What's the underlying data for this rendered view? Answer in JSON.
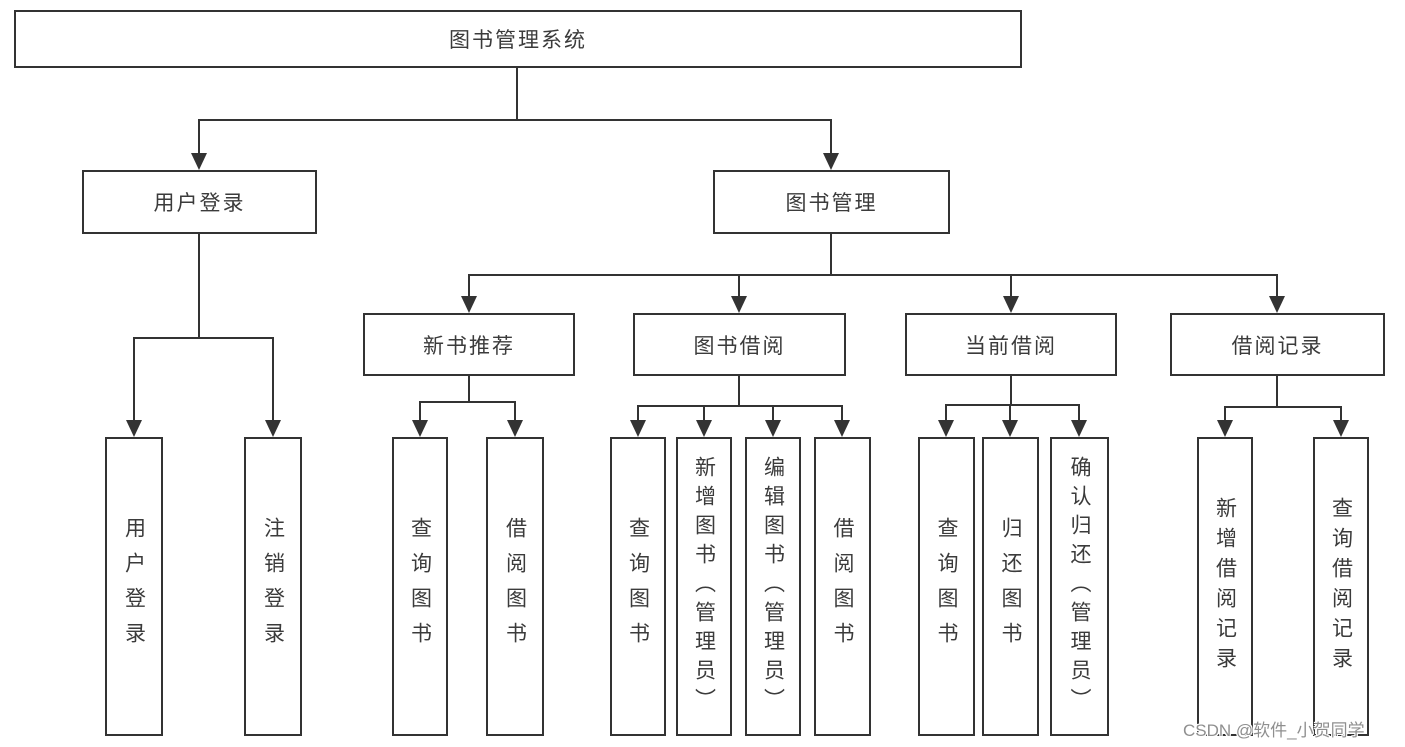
{
  "diagram": {
    "root": "图书管理系统",
    "level2": {
      "user_login": "用户登录",
      "book_mgmt": "图书管理"
    },
    "level3": {
      "new_books": "新书推荐",
      "book_borrow": "图书借阅",
      "current_borrow": "当前借阅",
      "borrow_records": "借阅记录"
    },
    "leaves": {
      "login": "用户登录",
      "logout": "注销登录",
      "nb_query": "查询图书",
      "nb_borrow": "借阅图书",
      "bb_query": "查询图书",
      "bb_add": "新增图书（管理员）",
      "bb_edit": "编辑图书（管理员）",
      "bb_borrow": "借阅图书",
      "cb_query": "查询图书",
      "cb_return": "归还图书",
      "cb_confirm": "确认归还（管理员）",
      "br_add": "新增借阅记录",
      "br_query": "查询借阅记录"
    }
  },
  "watermark": "CSDN @软件_小贺同学",
  "colors": {
    "line": "#333333",
    "text": "#3b3b3b",
    "watermark": "#8f8f8f",
    "background": "#ffffff"
  }
}
